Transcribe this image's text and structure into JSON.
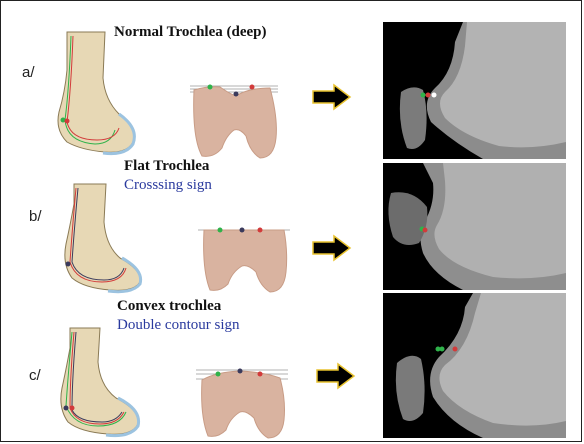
{
  "rows": [
    {
      "label": "a/",
      "title": "Normal Trochlea (deep)",
      "sign": ""
    },
    {
      "label": "b/",
      "title": "Flat Trochlea",
      "sign": "Crosssing sign"
    },
    {
      "label": "c/",
      "title": "Convex trochlea",
      "sign": "Double contour sign"
    }
  ],
  "colors": {
    "bone_fill": "#e7d8b5",
    "bone_outline": "#8a7a55",
    "cartilage": "#9cc3e0",
    "section_fill": "#d9b3a0",
    "marker_green": "#2fb24a",
    "marker_red": "#d23a3a",
    "marker_dark": "#3a3a5c",
    "marker_white": "#ffffff",
    "arrow_fill": "#000000",
    "arrow_outline": "#e8c22e",
    "xray_bg": "#000000"
  }
}
